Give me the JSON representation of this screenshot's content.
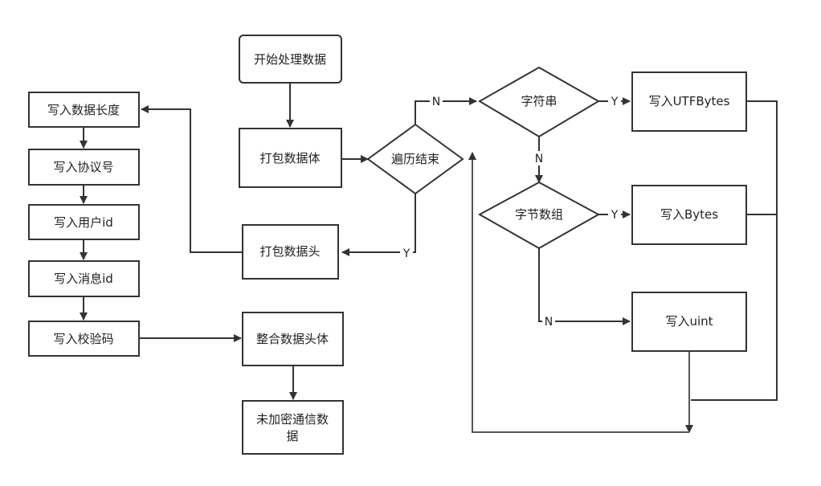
{
  "nodes": {
    "start": "开始处理数据",
    "pack_body": "打包数据体",
    "loop_end": "遍历结束",
    "pack_head": "打包数据头",
    "is_string": "字符串",
    "is_bytes": "字节数组",
    "write_utf": "写入UTFBytes",
    "write_bytes": "写入Bytes",
    "write_uint": "写入uint",
    "write_len": "写入数据长度",
    "write_proto": "写入协议号",
    "write_uid": "写入用户id",
    "write_msgid": "写入消息id",
    "write_check": "写入校验码",
    "merge": "整合数据头体",
    "out_line1": "未加密通信数",
    "out_line2": "据"
  },
  "edge_labels": {
    "loop_no": "N",
    "loop_yes": "Y",
    "string_yes": "Y",
    "string_no": "N",
    "bytes_yes": "Y",
    "bytes_no": "N"
  }
}
